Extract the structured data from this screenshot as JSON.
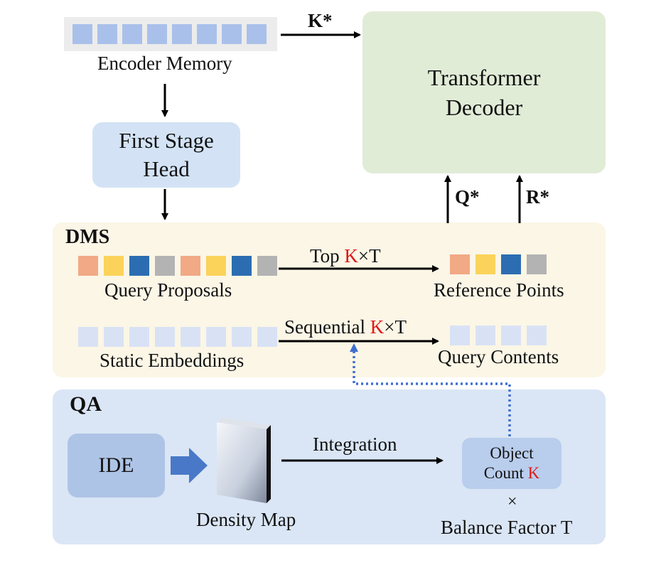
{
  "encoder": {
    "label": "Encoder Memory",
    "cell_color": "#a9c0ea",
    "strip_color": "#ececec"
  },
  "decoder": {
    "label_line1": "Transformer",
    "label_line2": "Decoder",
    "color": "#e1ecd7"
  },
  "first_stage": {
    "label_line1": "First Stage",
    "label_line2": "Head",
    "color": "#d3e3f5"
  },
  "arrows": {
    "k_star": "K*",
    "q_star": "Q*",
    "r_star": "R*"
  },
  "dms": {
    "title": "DMS",
    "color": "#fbf6e6",
    "query_proposals": "Query Proposals",
    "reference_points": "Reference Points",
    "static_embeddings": "Static Embeddings",
    "query_contents": "Query Contents",
    "top_prefix": "Top",
    "sequential_prefix": "Sequential",
    "k": "K",
    "times_t": "×T",
    "proposal_colors": [
      "#f2a985",
      "#fbd35a",
      "#2c6db2",
      "#b3b3b3",
      "#f2a985",
      "#fbd35a",
      "#2c6db2",
      "#b3b3b3"
    ],
    "embedding_color": "#d9e2f5"
  },
  "qa": {
    "title": "QA",
    "color": "#dae6f5",
    "ide": "IDE",
    "ide_color": "#aec4e6",
    "density_map": "Density Map",
    "integration": "Integration",
    "object_count_line1": "Object",
    "object_count_line2": "Count",
    "k": "K",
    "times": "×",
    "balance_factor": "Balance Factor T",
    "count_color": "#b9cdec",
    "big_arrow_color": "#4a78c8",
    "dotted_color": "#3f6ed0"
  }
}
